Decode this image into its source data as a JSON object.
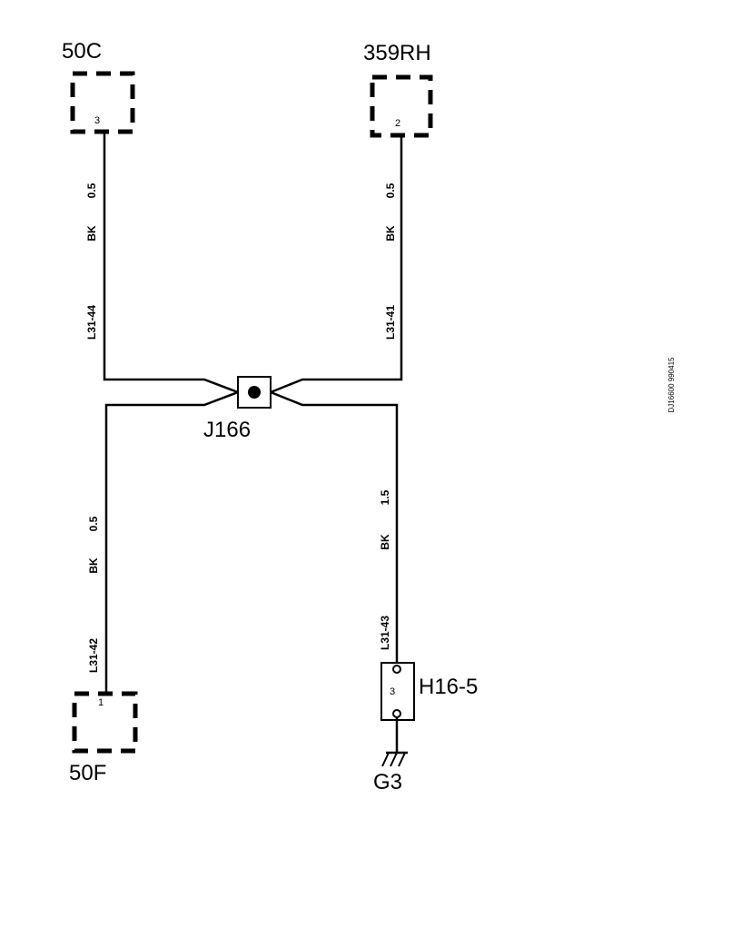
{
  "connectors": {
    "c50c": {
      "name": "50C",
      "pin": "3"
    },
    "c359rh": {
      "name": "359RH",
      "pin": "2"
    },
    "c50f": {
      "name": "50F",
      "pin": "1"
    }
  },
  "splice": {
    "name": "J166"
  },
  "component": {
    "name": "H16-5",
    "pin": "3"
  },
  "ground": {
    "name": "G3"
  },
  "wires": {
    "w44": {
      "gauge": "0.5",
      "color": "BK",
      "id": "L31-44"
    },
    "w41": {
      "gauge": "0.5",
      "color": "BK",
      "id": "L31-41"
    },
    "w42": {
      "gauge": "0.5",
      "color": "BK",
      "id": "L31-42"
    },
    "w43": {
      "gauge": "1.5",
      "color": "BK",
      "id": "L31-43"
    }
  },
  "doc_id": "DJ16600 990415"
}
